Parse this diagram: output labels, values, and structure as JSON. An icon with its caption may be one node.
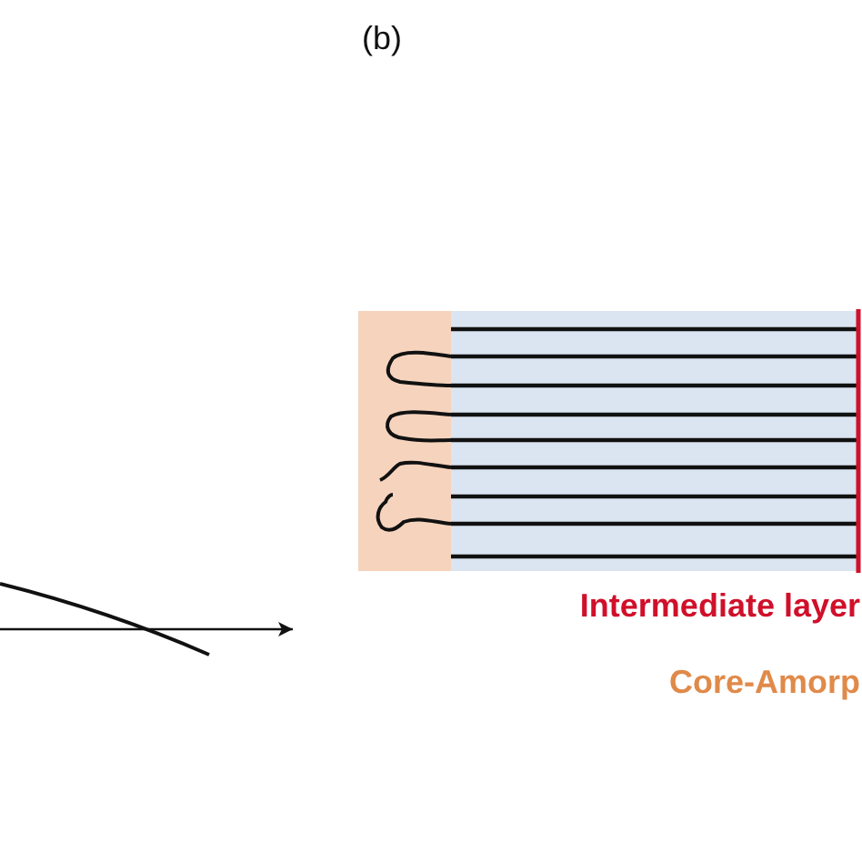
{
  "diagram": {
    "labels": [
      "(b)",
      "Intermediate layer",
      "Core-Amorp"
    ]
  }
}
